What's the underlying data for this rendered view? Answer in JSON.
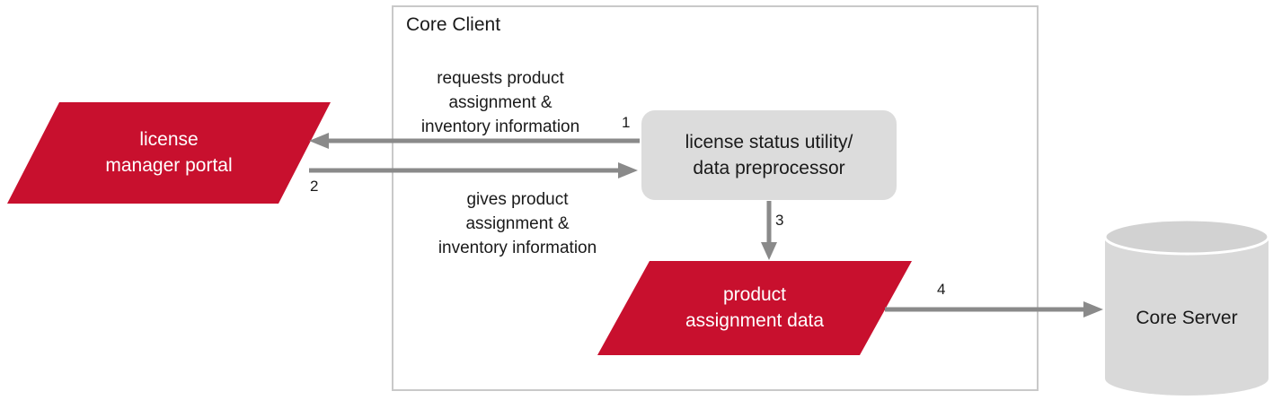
{
  "frame": {
    "title": "Core Client"
  },
  "nodes": {
    "license_manager_portal": {
      "label": "license\nmanager portal"
    },
    "license_status_utility": {
      "label": "license status utility/\ndata preprocessor"
    },
    "product_assignment_data": {
      "label": "product\nassignment data"
    },
    "core_server": {
      "label": "Core Server"
    }
  },
  "annotations": {
    "requests": "requests product\nassignment &\ninventory information",
    "gives": "gives product\nassignment &\ninventory information"
  },
  "steps": [
    {
      "n": "1"
    },
    {
      "n": "2"
    },
    {
      "n": "3"
    },
    {
      "n": "4"
    }
  ],
  "colors": {
    "node_red": "#c8102e",
    "box_gray": "#dcdcdc",
    "cylinder_gray": "#d9d9d9",
    "arrow_gray": "#8a8a8a",
    "frame_border": "#c9c9c9"
  }
}
